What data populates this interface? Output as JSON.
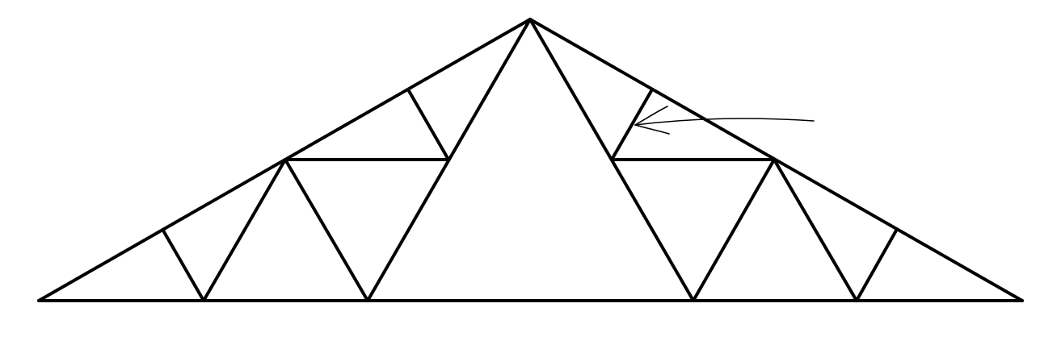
{
  "diagram": {
    "type": "roof-truss",
    "stroke_color": "#000000",
    "background_color": "#ffffff",
    "members": [
      {
        "id": "bottom-chord",
        "role": "chord"
      },
      {
        "id": "left-top-chord",
        "role": "chord"
      },
      {
        "id": "right-top-chord",
        "role": "chord"
      },
      {
        "id": "center-web-left",
        "role": "web"
      },
      {
        "id": "center-web-right",
        "role": "web"
      },
      {
        "id": "left-horizontal-tie",
        "role": "tie"
      },
      {
        "id": "right-horizontal-tie",
        "role": "tie"
      },
      {
        "id": "left-outer-web-a",
        "role": "web"
      },
      {
        "id": "left-outer-web-b",
        "role": "web"
      },
      {
        "id": "left-middle-web-a",
        "role": "web"
      },
      {
        "id": "left-middle-web-b",
        "role": "web"
      },
      {
        "id": "left-small-web",
        "role": "web"
      },
      {
        "id": "left-upper-small-web",
        "role": "web"
      },
      {
        "id": "right-outer-web-a",
        "role": "web"
      },
      {
        "id": "right-outer-web-b",
        "role": "web"
      },
      {
        "id": "right-middle-web-a",
        "role": "web"
      },
      {
        "id": "right-middle-web-b",
        "role": "web"
      },
      {
        "id": "right-small-web",
        "role": "web"
      },
      {
        "id": "right-upper-small-web",
        "role": "web",
        "highlighted": true
      }
    ],
    "annotation": {
      "type": "arrow",
      "target": "right-upper-small-web",
      "icon": "hand-drawn-arrow-icon"
    }
  }
}
